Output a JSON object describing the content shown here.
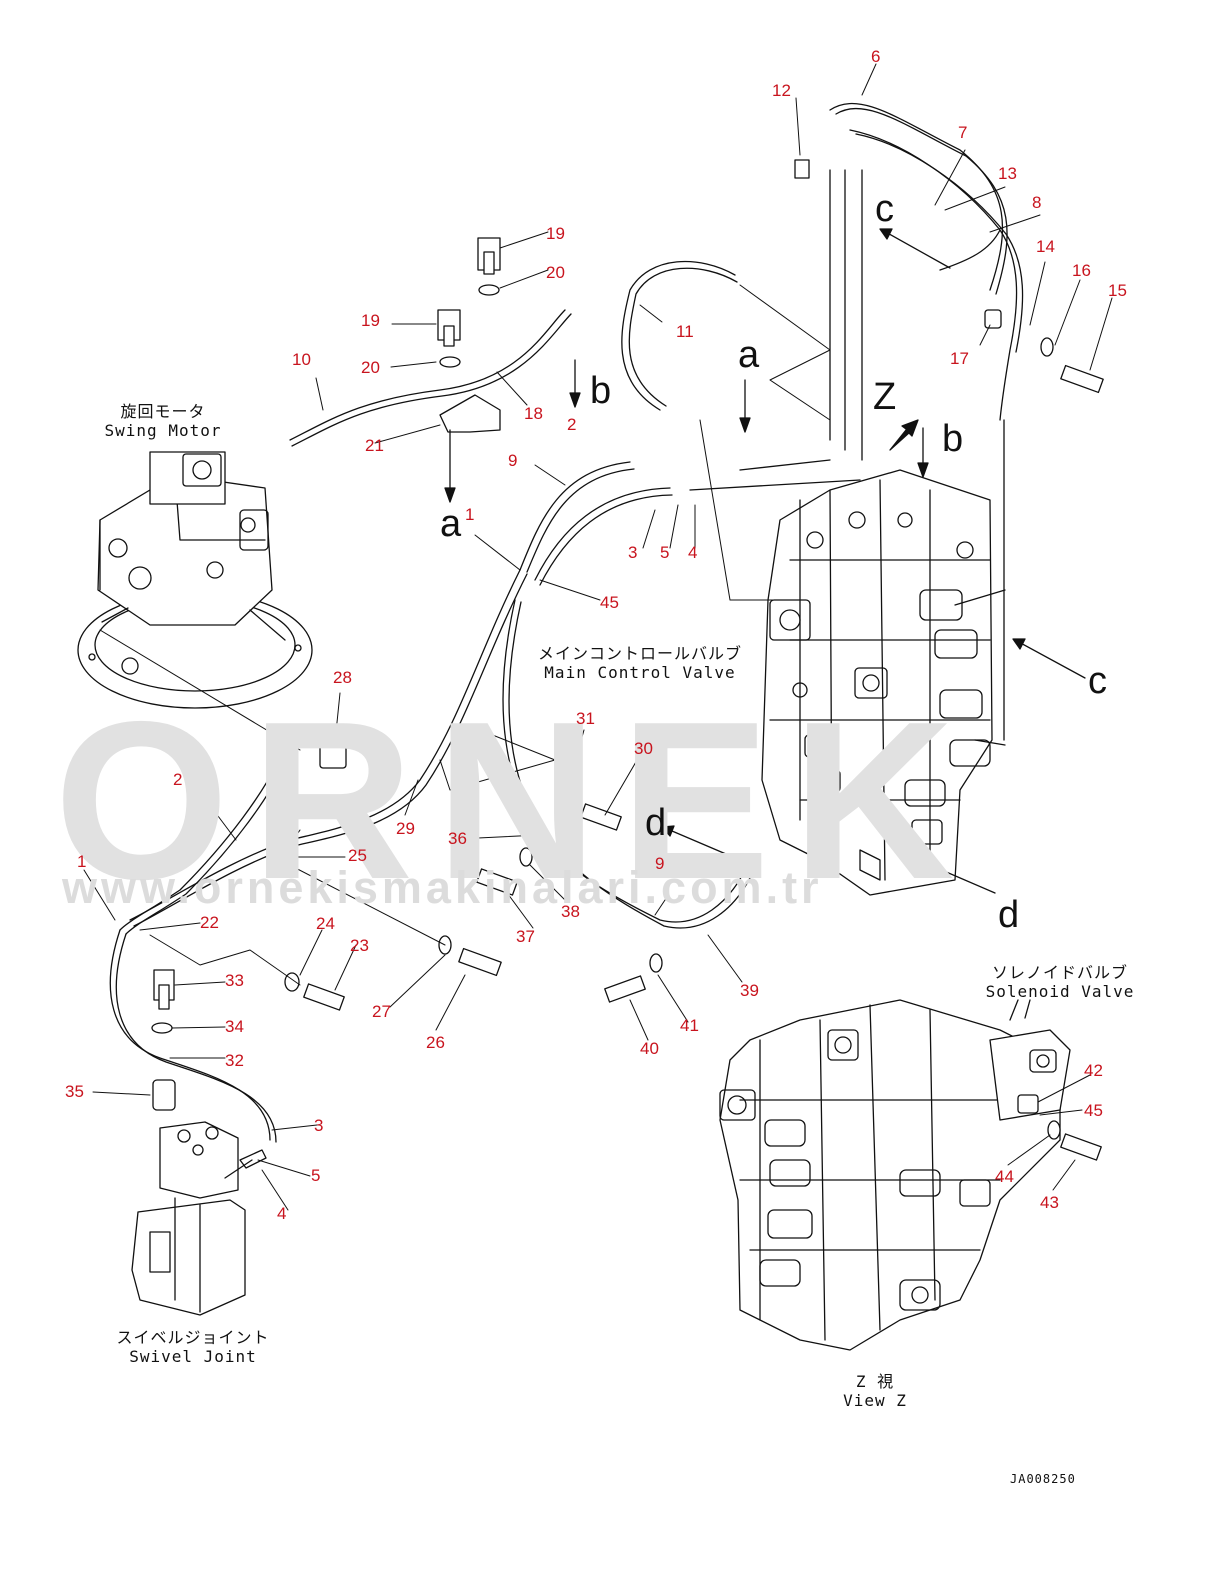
{
  "watermark": {
    "brand": "ORNEK",
    "url": "www.ornekismakinalari.com.tr"
  },
  "view_markers": {
    "a_top": "a",
    "b_top": "b",
    "a_left": "a",
    "b_left": "b",
    "c_top": "c",
    "c_right": "c",
    "d_mid": "d",
    "d_right": "d",
    "z": "Z"
  },
  "components": {
    "swing_motor": {
      "jp": "旋回モータ",
      "en": "Swing Motor"
    },
    "main_control_valve": {
      "jp": "メインコントロールバルブ",
      "en": "Main Control Valve"
    },
    "swivel_joint": {
      "jp": "スイベルジョイント",
      "en": "Swivel Joint"
    },
    "solenoid_valve": {
      "jp": "ソレノイドバルブ",
      "en": "Solenoid Valve"
    },
    "view_z": {
      "jp": "Z 視",
      "en": "View Z"
    }
  },
  "callouts": [
    "6",
    "12",
    "7",
    "13",
    "8",
    "14",
    "16",
    "15",
    "17",
    "19",
    "20",
    "19",
    "11",
    "20",
    "10",
    "18",
    "2",
    "21",
    "9",
    "1",
    "3",
    "5",
    "4",
    "45",
    "28",
    "31",
    "30",
    "2",
    "29",
    "36",
    "25",
    "1",
    "22",
    "24",
    "23",
    "33",
    "27",
    "26",
    "37",
    "38",
    "9",
    "39",
    "34",
    "32",
    "35",
    "3",
    "5",
    "4",
    "40",
    "41",
    "42",
    "45",
    "44",
    "43"
  ],
  "doc_code": "JA008250"
}
